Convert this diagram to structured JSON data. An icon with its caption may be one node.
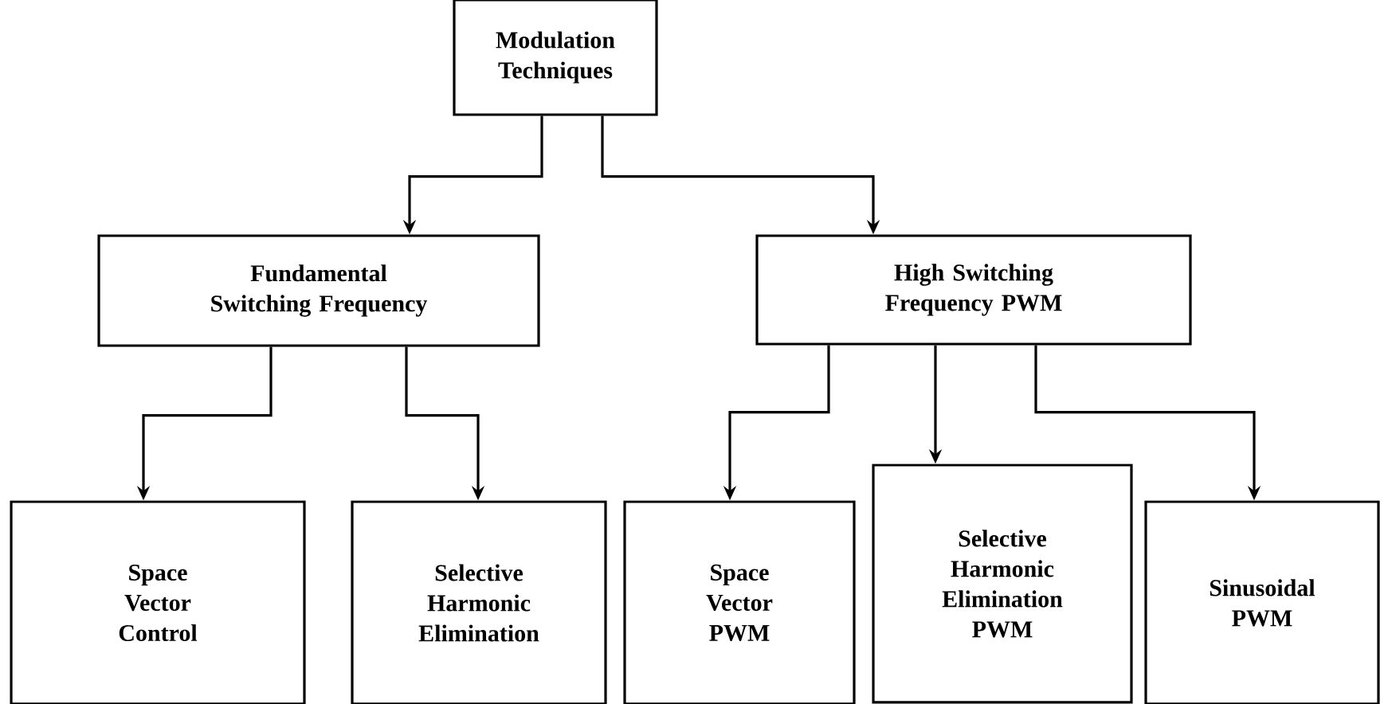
{
  "diagram": {
    "nodes": [
      {
        "text": [
          "Modulation Techniques"
        ]
      },
      {
        "text": [
          "Fundamental Switching Frequency"
        ]
      },
      {
        "text": [
          "High Switching Frequency PWM"
        ]
      },
      {
        "text": [
          "Space Vector Control"
        ]
      },
      {
        "text": [
          "Selective Harmonic Elimination"
        ]
      },
      {
        "text": [
          "Space Vector PWM"
        ]
      },
      {
        "text": [
          "Selective Harmonic Elimination PWM"
        ]
      },
      {
        "text": [
          "Sinusoidal PWM"
        ]
      }
    ],
    "edges": [
      {
        "from": 0,
        "to": 1,
        "arrow": "to"
      },
      {
        "from": 0,
        "to": 2,
        "arrow": "to"
      },
      {
        "from": 1,
        "to": 3,
        "arrow": "to"
      },
      {
        "from": 1,
        "to": 4,
        "arrow": "to"
      },
      {
        "from": 2,
        "to": 5,
        "arrow": "to"
      },
      {
        "from": 2,
        "to": 6,
        "arrow": "to"
      },
      {
        "from": 2,
        "to": 7,
        "arrow": "to"
      }
    ]
  }
}
